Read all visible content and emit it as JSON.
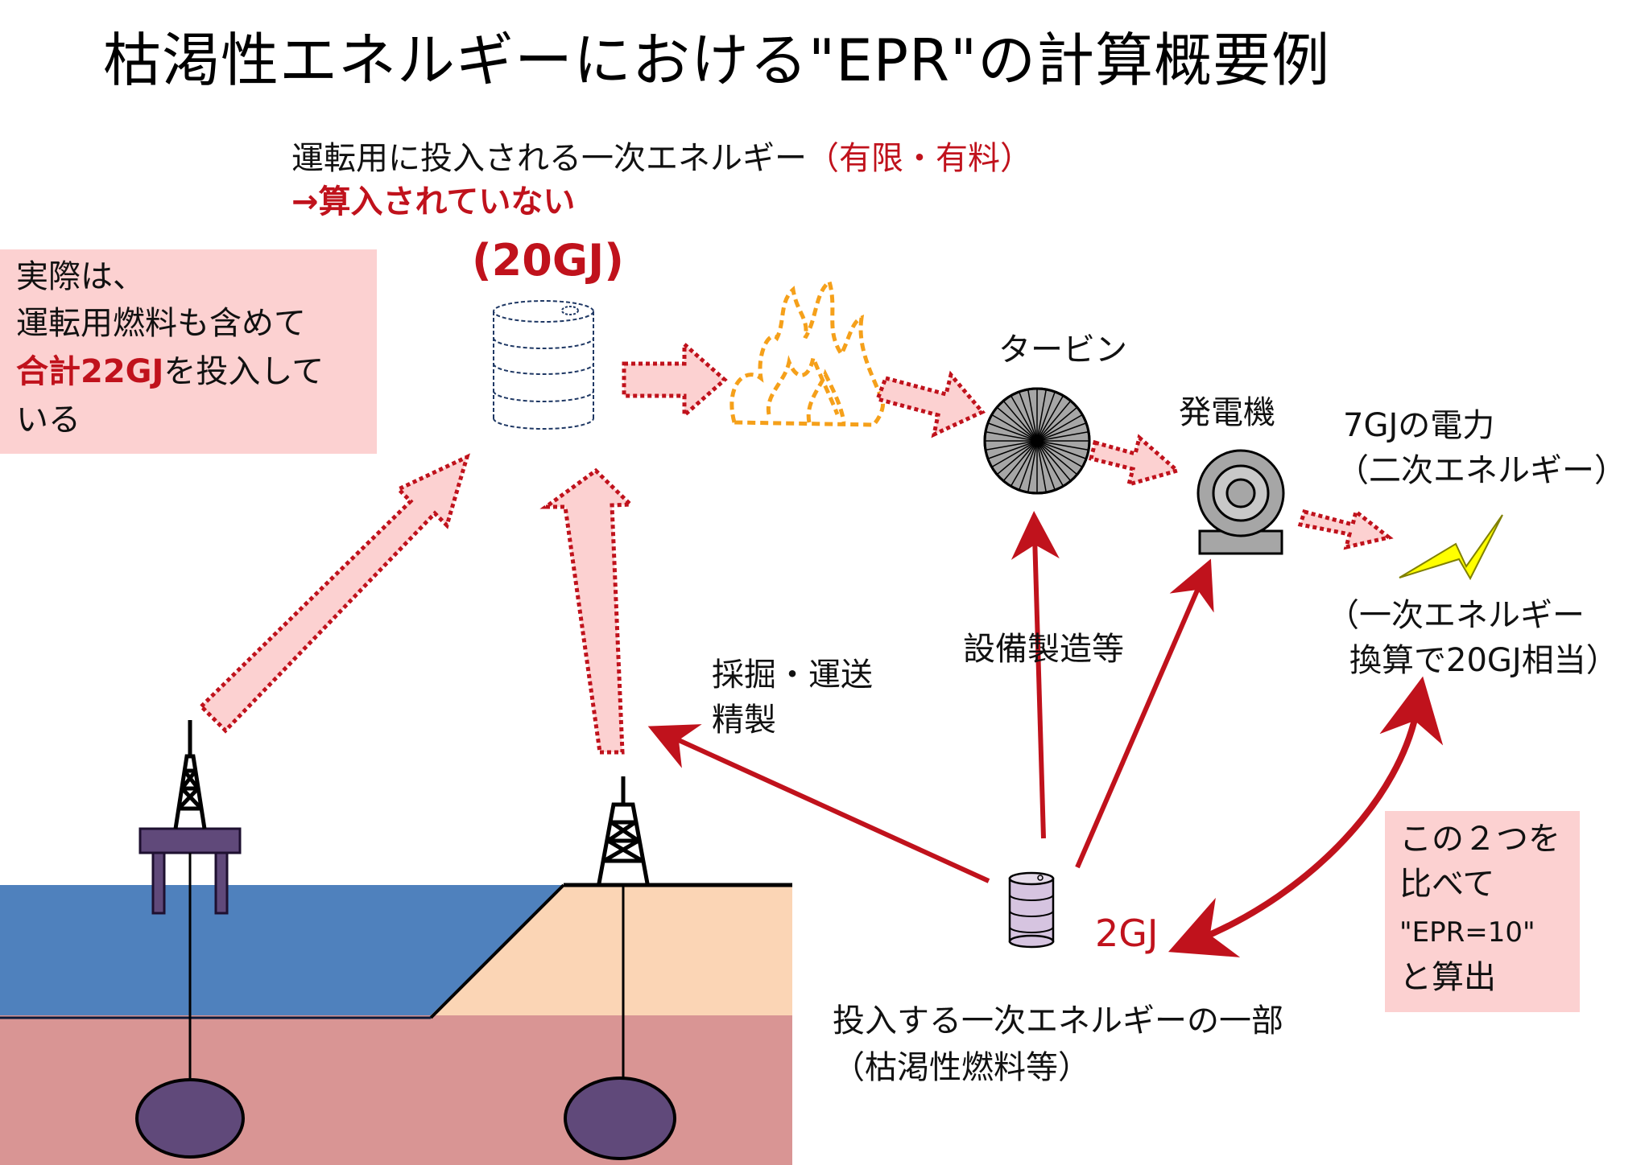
{
  "title": "枯渇性エネルギーにおける\"EPR\"の計算概要例",
  "top_label": {
    "text": "運転用に投入される一次エネルギー",
    "note": "（有限・有料）",
    "not_counted": "→算入されていない",
    "value": "(20GJ)"
  },
  "actual_note": {
    "line1": "実際は、",
    "line2": "運転用燃料も含めて",
    "highlight": "合計22GJ",
    "line3_rest": "を投入して",
    "line4": "いる"
  },
  "labels": {
    "turbine": "タービン",
    "generator": "発電機",
    "power_output": "7GJの電力",
    "secondary_energy": "（二次エネルギー）",
    "primary_equivalent_1": "（一次エネルギー",
    "primary_equivalent_2": "換算で20GJ相当）",
    "equipment": "設備製造等",
    "mining_transport": "採掘・運送",
    "refining": "精製",
    "input_value": "2GJ",
    "input_part_1": "投入する一次エネルギーの一部",
    "input_part_2": "（枯渇性燃料等）"
  },
  "epr_note": {
    "line1": "この２つを",
    "line2": "比べて",
    "line3": "\"EPR=10\"",
    "line4": "と算出"
  },
  "colors": {
    "accent_red": "#c0121c",
    "note_box": "#fcd1d1",
    "sea": "#4f81bd",
    "land": "#fbd5b5",
    "bedrock": "#d99594",
    "reservoir": "#60497a",
    "flame": "#f5a01a",
    "lightning": "#ffff00"
  }
}
